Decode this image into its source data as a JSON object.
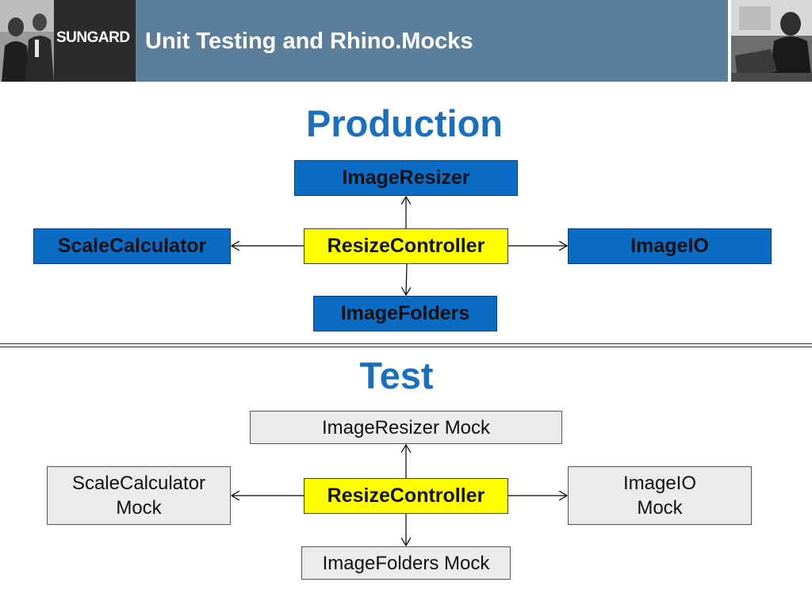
{
  "header": {
    "logo": "SUNGARD",
    "title": "Unit Testing and Rhino.Mocks"
  },
  "production": {
    "heading": "Production",
    "top": "ImageResizer",
    "left": "ScaleCalculator",
    "center": "ResizeController",
    "right": "ImageIO",
    "bottom": "ImageFolders"
  },
  "test": {
    "heading": "Test",
    "top": "ImageResizer Mock",
    "left_line1": "ScaleCalculator",
    "left_line2": "Mock",
    "center": "ResizeController",
    "right_line1": "ImageIO",
    "right_line2": "Mock",
    "bottom": "ImageFolders Mock"
  },
  "colors": {
    "header_band": "#5b7f9a",
    "heading_blue": "#1a6fbe",
    "production_box": "#0b6cc6",
    "controller_box": "#ffff00",
    "mock_box": "#ebebeb"
  }
}
